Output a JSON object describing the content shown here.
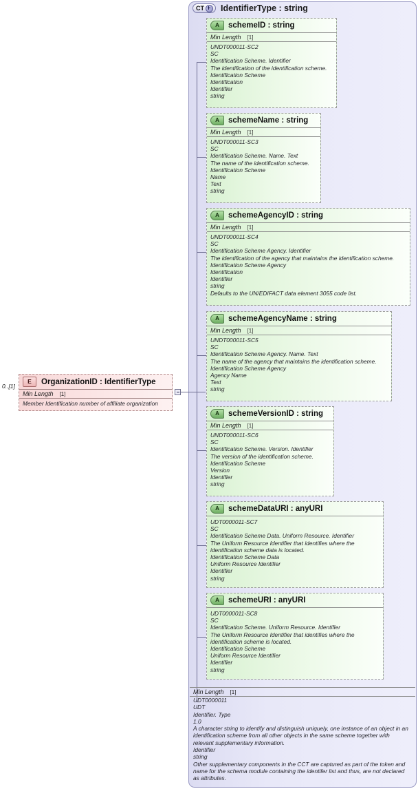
{
  "diagram": {
    "title": "XSD schema diagram for OrganizationID : IdentifierType",
    "colors": {
      "complex_type_fill": "#e4e4f6",
      "attribute_fill": "#ddf3d6",
      "element_fill": "#f9dede",
      "border": "#9a9ac4"
    }
  },
  "element": {
    "badge": "E",
    "name": "OrganizationID : IdentifierType",
    "occurrence": "0..[1]",
    "facet_label": "Min Length",
    "facet_value": "[1]",
    "documentation": "Member Identification number of affiliate organization",
    "expander": "collapse-toggle"
  },
  "complex_type": {
    "badge_letters": "CT",
    "badge_plus": "expand-plus-icon",
    "name": "IdentifierType : string",
    "facet_label": "Min Length",
    "facet_value": "[1]",
    "documentation_lines": [
      "UDT0000011",
      "UDT",
      "Identifier. Type",
      "1.0",
      "A character string to identify and distinguish uniquely, one instance of an object in an identification scheme from all other objects in the same scheme together with relevant supplementary information.",
      "Identifier",
      "string",
      "Other supplementary components in the CCT are captured as part of the token and name for the schema module containing the identifer list and thus, are not declared as attributes."
    ]
  },
  "attributes": [
    {
      "badge": "A",
      "name": "schemeID : string",
      "facet_label": "Min Length",
      "facet_value": "[1]",
      "documentation_lines": [
        "UNDT000011-SC2",
        "SC",
        "Identification Scheme. Identifier",
        "The identification of the identification scheme.",
        "Identification Scheme",
        "Identification",
        "Identifier",
        "string"
      ]
    },
    {
      "badge": "A",
      "name": "schemeName : string",
      "facet_label": "Min Length",
      "facet_value": "[1]",
      "documentation_lines": [
        "UNDT000011-SC3",
        "SC",
        "Identification Scheme. Name. Text",
        "The name of the identification scheme.",
        "Identification Scheme",
        "Name",
        "Text",
        "string"
      ]
    },
    {
      "badge": "A",
      "name": "schemeAgencyID : string",
      "facet_label": "Min Length",
      "facet_value": "[1]",
      "documentation_lines": [
        "UNDT000011-SC4",
        "SC",
        "Identification Scheme Agency. Identifier",
        "The identification of the agency that maintains the identification scheme.",
        "Identification Scheme Agency",
        "Identification",
        "Identifier",
        "string",
        "Defaults to the UN/EDIFACT data element 3055 code list."
      ]
    },
    {
      "badge": "A",
      "name": "schemeAgencyName : string",
      "facet_label": "Min Length",
      "facet_value": "[1]",
      "documentation_lines": [
        "UNDT000011-SC5",
        "SC",
        "Identification Scheme Agency. Name. Text",
        "The name of the agency that maintains the identification scheme.",
        "Identification Scheme Agency",
        "Agency Name",
        "Text",
        "string"
      ]
    },
    {
      "badge": "A",
      "name": "schemeVersionID : string",
      "facet_label": "Min Length",
      "facet_value": "[1]",
      "documentation_lines": [
        "UNDT000011-SC6",
        "SC",
        "Identification Scheme. Version. Identifier",
        "The version of the identification scheme.",
        "Identification Scheme",
        "Version",
        "Identifier",
        "string"
      ]
    },
    {
      "badge": "A",
      "name": "schemeDataURI : anyURI",
      "facet_label": null,
      "facet_value": null,
      "documentation_lines": [
        "UDT0000011-SC7",
        "SC",
        "Identification Scheme Data. Uniform Resource. Identifier",
        "The Uniform Resource Identifier that identifies where the identification scheme data is located.",
        "Identification Scheme Data",
        "Uniform Resource Identifier",
        "Identifier",
        "string"
      ]
    },
    {
      "badge": "A",
      "name": "schemeURI : anyURI",
      "facet_label": null,
      "facet_value": null,
      "documentation_lines": [
        "UDT0000011-SC8",
        "SC",
        "Identification Scheme. Uniform Resource. Identifier",
        "The Uniform Resource Identifier that identifies where the identification scheme is located.",
        "Identification Scheme",
        "Uniform Resource Identifier",
        "Identifier",
        "string"
      ]
    }
  ]
}
